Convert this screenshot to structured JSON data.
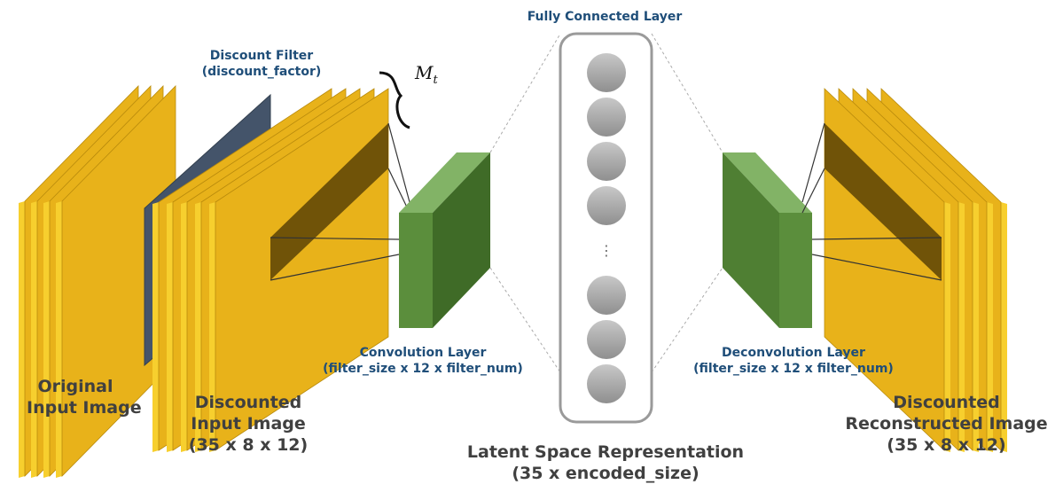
{
  "labels": {
    "original_input": [
      "Original",
      "Input Image"
    ],
    "discount_filter": [
      "Discount Filter",
      "(discount_factor)"
    ],
    "discounted_input": [
      "Discounted",
      "Input Image",
      "(35 x 8 x 12)"
    ],
    "conv_layer": [
      "Convolution Layer",
      "(filter_size x 12 x filter_num)"
    ],
    "fc_layer": "Fully Connected Layer",
    "latent": [
      "Latent Space Representation",
      "(35 x encoded_size)"
    ],
    "deconv_layer": [
      "Deconvolution Layer",
      "(filter_size x 12 x filter_num)"
    ],
    "reconstructed": [
      "Discounted",
      "Reconstructed Image",
      "(35 x 8 x 12)"
    ],
    "mt_symbol": "M",
    "mt_sub": "t",
    "ellipsis": "⋮"
  },
  "colors": {
    "gold": "#e8b21a",
    "gold_light": "#f7cf2e",
    "gold_dark": "#b88a0c",
    "filter_blue": "#44546a",
    "green_front": "#5b8e3c",
    "green_top": "#82b366",
    "green_side": "#3f6b27",
    "node_gray": "#a6a6a6",
    "label_blue": "#1f4e79",
    "label_gray": "#404040"
  },
  "icons": {
    "input_stack": "stacked-slices",
    "filter": "discount-filter-plane",
    "conv": "green-3d-block",
    "fc": "circle-nodes-column"
  }
}
